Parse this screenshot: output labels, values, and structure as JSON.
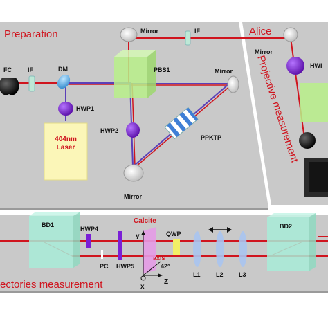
{
  "sections": {
    "preparation": "Preparation",
    "alice": "Alice",
    "projective": "Projective measurement",
    "trajectories": "ectories measurement"
  },
  "labels": {
    "fc": "FC",
    "if_left": "IF",
    "dm": "DM",
    "hwp1": "HWP1",
    "laser_line1": "404nm",
    "laser_line2": "Laser",
    "mirror_top": "Mirror",
    "if_top": "IF",
    "pbs1": "PBS1",
    "mirror_right": "Mirror",
    "hwp2": "HWP2",
    "ppktp": "PPKTP",
    "mirror_bottom": "Mirror",
    "mirror_alice": "Mirror",
    "hwp_alice": "HWI",
    "bd1": "BD1",
    "hwp4": "HWP4",
    "pc": "PC",
    "hwp5": "HWP5",
    "calcite": "Calcite",
    "qwp": "QWP",
    "y_axis": "y",
    "axis": "axis",
    "angle": "42°",
    "x_axis": "x",
    "z_axis": "Z",
    "l1": "L1",
    "l2": "L2",
    "l3": "L3",
    "bd2": "BD2"
  },
  "colors": {
    "panel": "#c9c9c9",
    "beam_red": "#d0141e",
    "beam_blue": "#5b3fb8",
    "hwp": "#7a1fd6",
    "pbs": "#b8f08a",
    "laser": "#fbf6b8",
    "calcite": "#e49be6",
    "qwp": "#f2ef66",
    "lens": "#a9c4f0",
    "bd": "#a8ecd8",
    "section_title": "#d0141e"
  }
}
